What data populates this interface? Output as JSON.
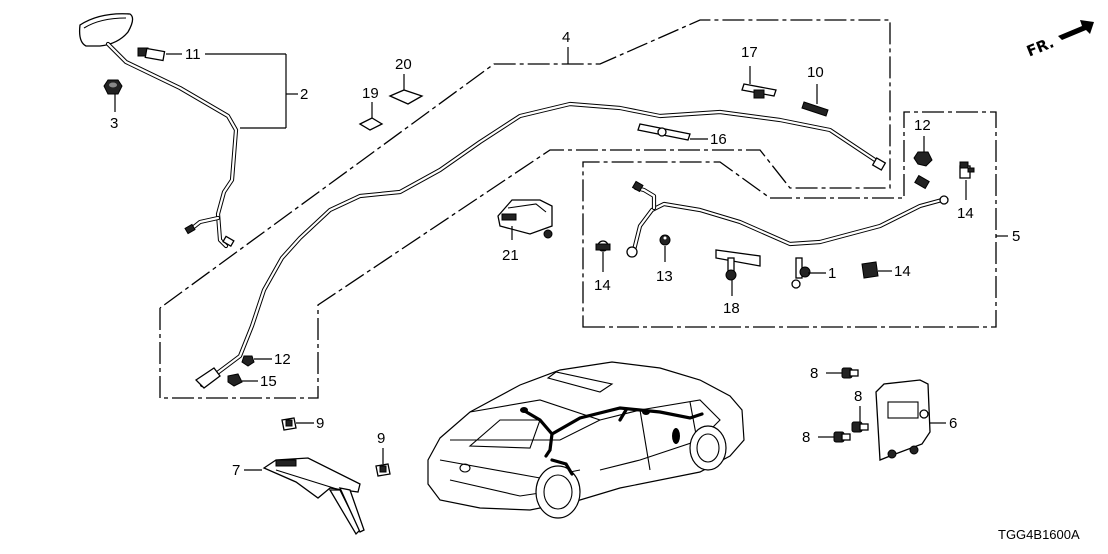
{
  "diagram": {
    "code": "TGG4B1600A",
    "direction_indicator": "FR.",
    "callouts": {
      "c1": "1",
      "c2": "2",
      "c3": "3",
      "c4": "4",
      "c5": "5",
      "c6": "6",
      "c7": "7",
      "c8a": "8",
      "c8b": "8",
      "c8c": "8",
      "c9a": "9",
      "c9b": "9",
      "c10": "10",
      "c11": "11",
      "c12a": "12",
      "c12b": "12",
      "c13": "13",
      "c14a": "14",
      "c14b": "14",
      "c14c": "14",
      "c15": "15",
      "c16": "16",
      "c17": "17",
      "c18": "18",
      "c19": "19",
      "c20": "20",
      "c21": "21"
    }
  }
}
